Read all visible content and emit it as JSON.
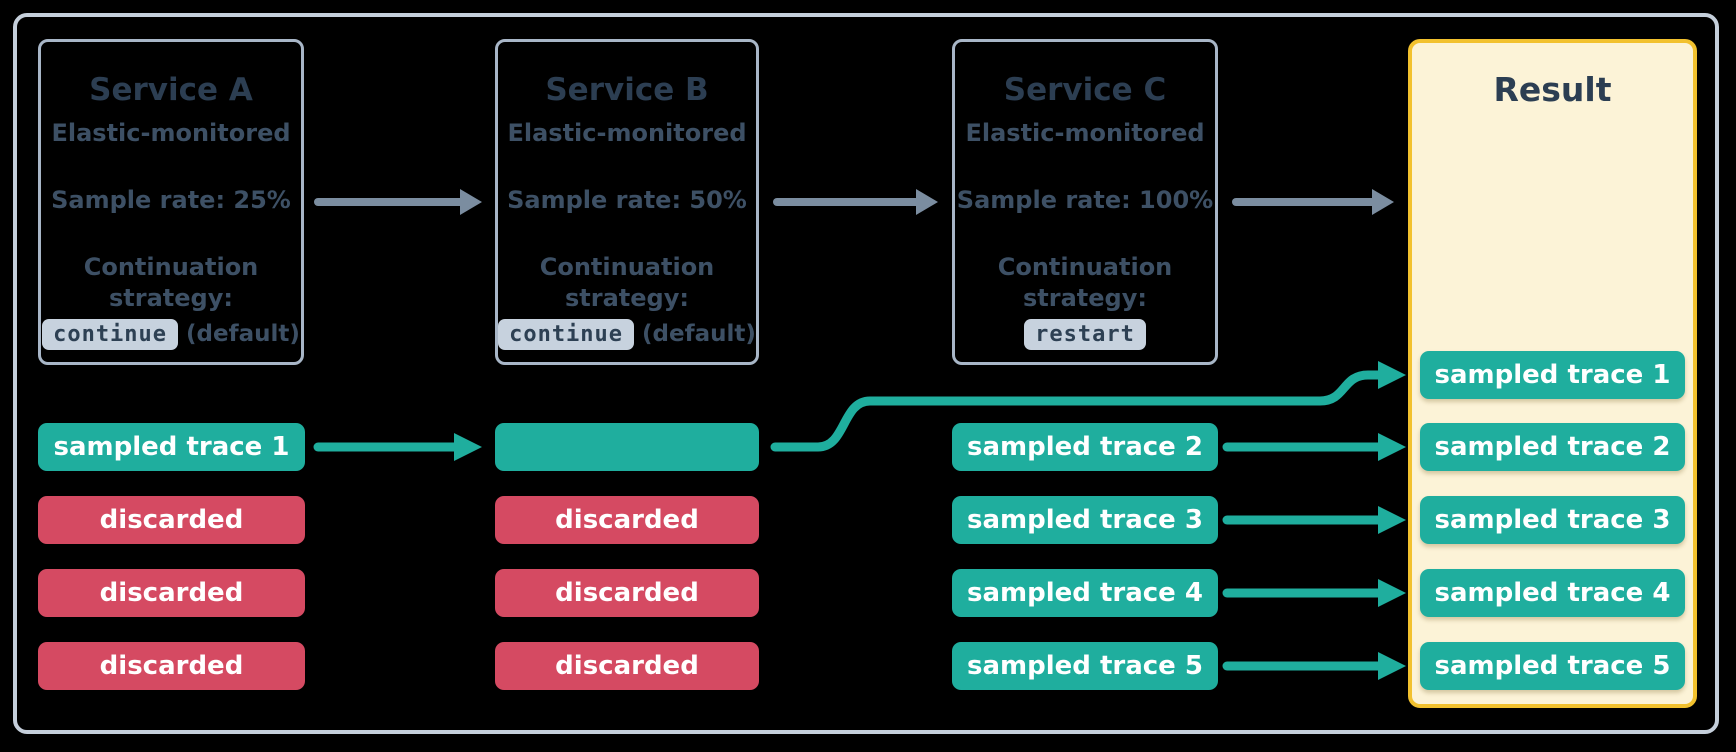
{
  "colors": {
    "background": "#000000",
    "frame-border": "#C5CFDB",
    "box-border": "#A8B6C7",
    "title-text": "#2C3E52",
    "body-text": "#3D5065",
    "badge-bg": "#C7D2DE",
    "badge-text": "#2D4053",
    "teal": "#1FAE9E",
    "red": "#D54A62",
    "result-bg": "#FCF3D7",
    "result-border": "#F2C12E",
    "arrow-gray": "#7B8DA0",
    "chip-text": "#FFFFFF"
  },
  "services": [
    {
      "title": "Service A",
      "subtitle": "Elastic-monitored",
      "sample_rate": "Sample rate: 25%",
      "continuation_label": "Continuation strategy:",
      "strategy": "continue",
      "strategy_note": "(default)"
    },
    {
      "title": "Service B",
      "subtitle": "Elastic-monitored",
      "sample_rate": "Sample rate: 50%",
      "continuation_label": "Continuation strategy:",
      "strategy": "continue",
      "strategy_note": "(default)"
    },
    {
      "title": "Service C",
      "subtitle": "Elastic-monitored",
      "sample_rate": "Sample rate: 100%",
      "continuation_label": "Continuation strategy:",
      "strategy": "restart",
      "strategy_note": ""
    }
  ],
  "result": {
    "title": "Result",
    "chips": [
      {
        "label": "sampled trace 1",
        "type": "sampled"
      },
      {
        "label": "sampled trace 2",
        "type": "sampled"
      },
      {
        "label": "sampled trace 3",
        "type": "sampled"
      },
      {
        "label": "sampled trace 4",
        "type": "sampled"
      },
      {
        "label": "sampled trace 5",
        "type": "sampled"
      }
    ]
  },
  "lanes": {
    "service_a": [
      {
        "label": "sampled trace 1",
        "type": "sampled"
      },
      {
        "label": "discarded",
        "type": "discarded"
      },
      {
        "label": "discarded",
        "type": "discarded"
      },
      {
        "label": "discarded",
        "type": "discarded"
      }
    ],
    "service_b": [
      {
        "label": "",
        "type": "sampled"
      },
      {
        "label": "discarded",
        "type": "discarded"
      },
      {
        "label": "discarded",
        "type": "discarded"
      },
      {
        "label": "discarded",
        "type": "discarded"
      }
    ],
    "service_c": [
      {
        "label": "sampled trace 2",
        "type": "sampled"
      },
      {
        "label": "sampled trace 3",
        "type": "sampled"
      },
      {
        "label": "sampled trace 4",
        "type": "sampled"
      },
      {
        "label": "sampled trace 5",
        "type": "sampled"
      }
    ]
  },
  "connections": [
    {
      "from": "service-a",
      "to": "service-b",
      "kind": "service-flow"
    },
    {
      "from": "service-b",
      "to": "service-c",
      "kind": "service-flow"
    },
    {
      "from": "service-c",
      "to": "result",
      "kind": "service-flow"
    },
    {
      "from": "service-a sampled trace 1",
      "to": "service-b trace slot",
      "kind": "trace-flow"
    },
    {
      "from": "service-b trace slot",
      "to": "result sampled trace 1",
      "kind": "trace-flow"
    },
    {
      "from": "service-c sampled trace 2",
      "to": "result sampled trace 2",
      "kind": "trace-flow"
    },
    {
      "from": "service-c sampled trace 3",
      "to": "result sampled trace 3",
      "kind": "trace-flow"
    },
    {
      "from": "service-c sampled trace 4",
      "to": "result sampled trace 4",
      "kind": "trace-flow"
    },
    {
      "from": "service-c sampled trace 5",
      "to": "result sampled trace 5",
      "kind": "trace-flow"
    }
  ]
}
